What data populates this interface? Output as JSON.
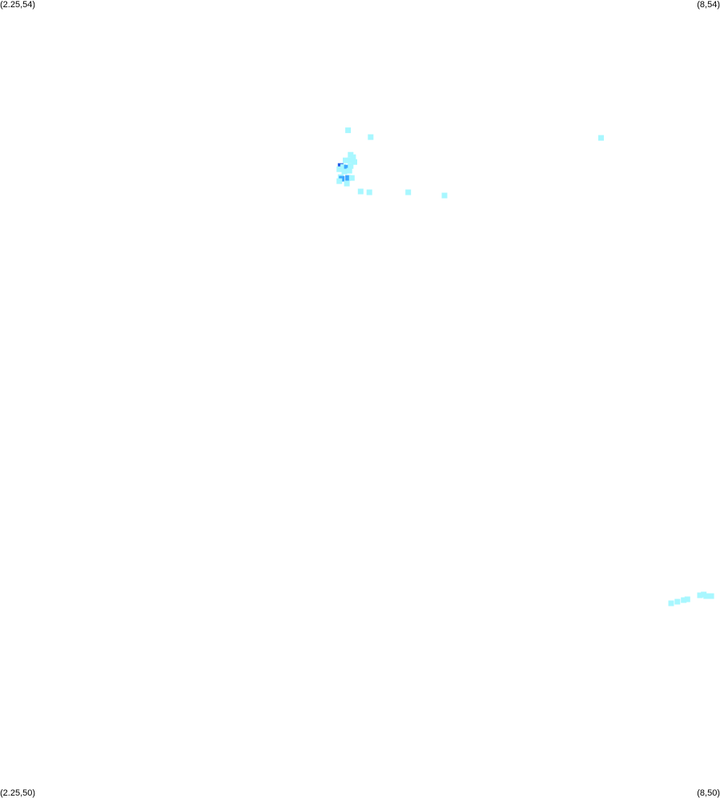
{
  "corner_labels": {
    "top_left": "(2.25,54)",
    "top_right": "(8,54)",
    "bottom_left": "(2.25,50)",
    "bottom_right": "(8,50)"
  },
  "extent": {
    "lon_min": 2.25,
    "lon_max": 8,
    "lat_min": 50,
    "lat_max": 54
  },
  "colors": {
    "background": "#ffffff",
    "low": "#a8f7ff",
    "mid": "#3da8ff",
    "high": "#1f5be6"
  },
  "cells": [
    {
      "lon": 5.03,
      "lat": 53.347,
      "level": "low"
    },
    {
      "lon": 5.21,
      "lat": 53.313,
      "level": "low"
    },
    {
      "lon": 7.05,
      "lat": 53.309,
      "level": "low"
    },
    {
      "lon": 5.05,
      "lat": 53.224,
      "level": "low"
    },
    {
      "lon": 5.07,
      "lat": 53.212,
      "level": "low"
    },
    {
      "lon": 5.01,
      "lat": 53.196,
      "level": "low"
    },
    {
      "lon": 5.04,
      "lat": 53.196,
      "level": "low"
    },
    {
      "lon": 5.08,
      "lat": 53.188,
      "level": "low"
    },
    {
      "lon": 4.97,
      "lat": 53.168,
      "level": "high"
    },
    {
      "lon": 4.99,
      "lat": 53.164,
      "level": "low"
    },
    {
      "lon": 5.02,
      "lat": 53.16,
      "level": "mid"
    },
    {
      "lon": 5.05,
      "lat": 53.168,
      "level": "low"
    },
    {
      "lon": 4.96,
      "lat": 53.152,
      "level": "low"
    },
    {
      "lon": 5.0,
      "lat": 53.14,
      "level": "low"
    },
    {
      "lon": 5.04,
      "lat": 53.144,
      "level": "low"
    },
    {
      "lon": 4.97,
      "lat": 53.112,
      "level": "low"
    },
    {
      "lon": 4.98,
      "lat": 53.104,
      "level": "mid"
    },
    {
      "lon": 5.03,
      "lat": 53.108,
      "level": "mid"
    },
    {
      "lon": 5.06,
      "lat": 53.108,
      "level": "low"
    },
    {
      "lon": 4.96,
      "lat": 53.092,
      "level": "low"
    },
    {
      "lon": 5.02,
      "lat": 53.08,
      "level": "low"
    },
    {
      "lon": 5.13,
      "lat": 53.04,
      "level": "low"
    },
    {
      "lon": 5.2,
      "lat": 53.036,
      "level": "low"
    },
    {
      "lon": 5.51,
      "lat": 53.036,
      "level": "low"
    },
    {
      "lon": 5.8,
      "lat": 53.02,
      "level": "low"
    },
    {
      "lon": 7.61,
      "lat": 50.976,
      "level": "low"
    },
    {
      "lon": 7.66,
      "lat": 50.984,
      "level": "low"
    },
    {
      "lon": 7.71,
      "lat": 50.992,
      "level": "low"
    },
    {
      "lon": 7.74,
      "lat": 50.996,
      "level": "low"
    },
    {
      "lon": 7.84,
      "lat": 51.016,
      "level": "low"
    },
    {
      "lon": 7.87,
      "lat": 51.02,
      "level": "low"
    },
    {
      "lon": 7.89,
      "lat": 51.012,
      "level": "low"
    },
    {
      "lon": 7.93,
      "lat": 51.012,
      "level": "low"
    }
  ]
}
